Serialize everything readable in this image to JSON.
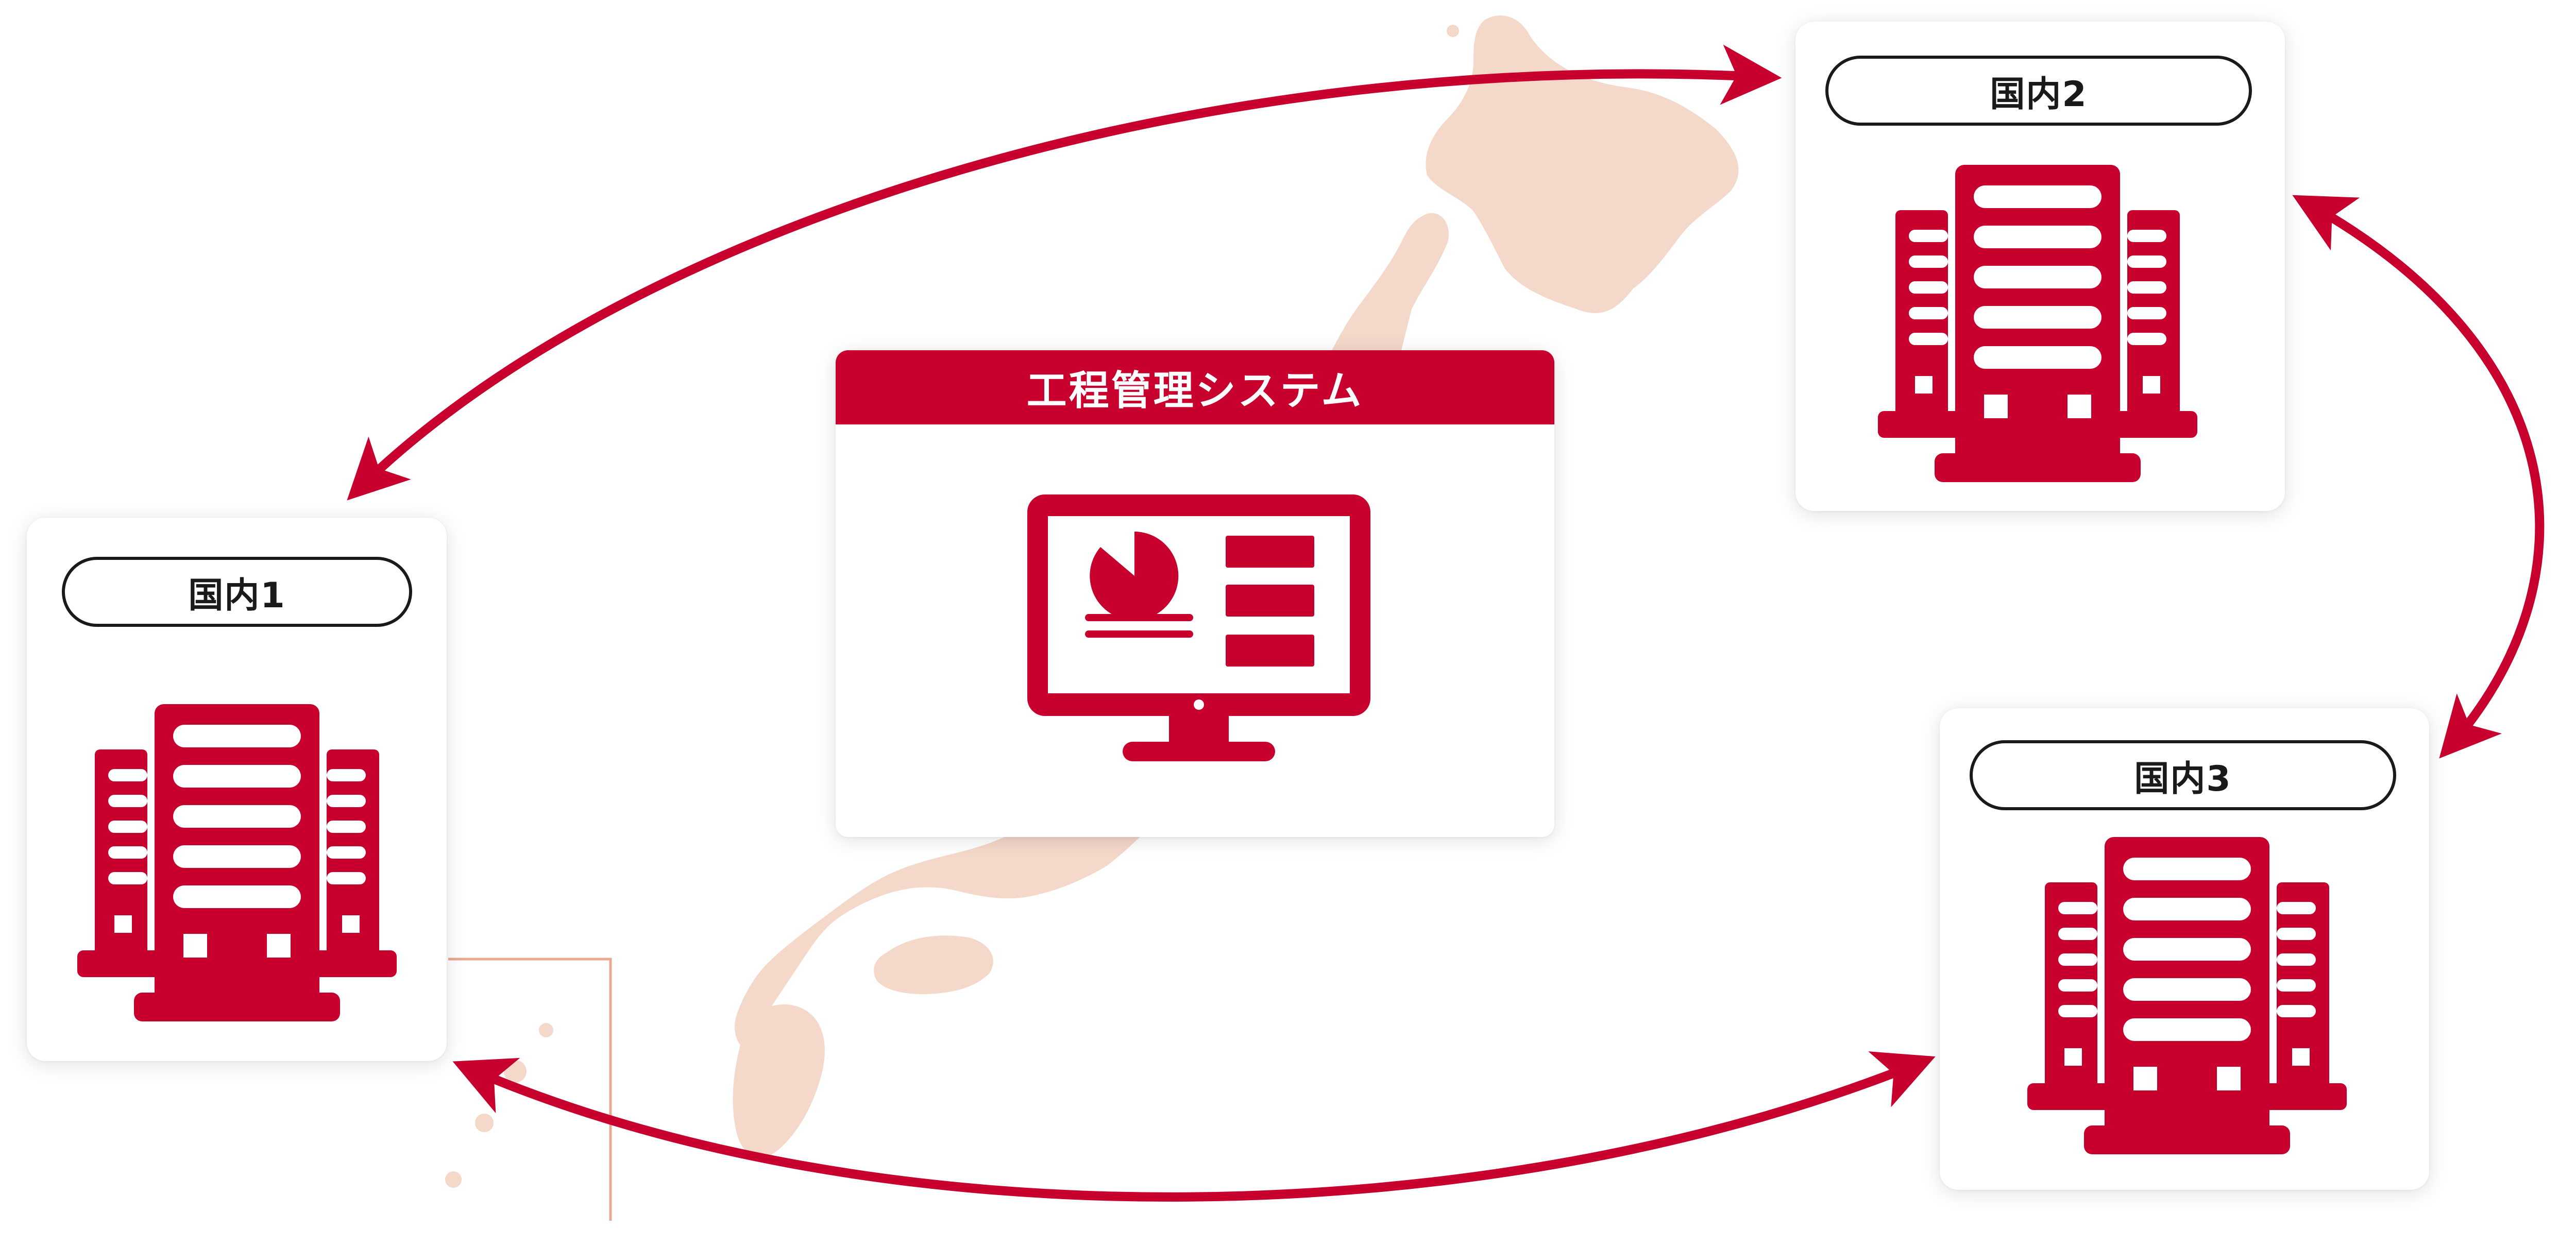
{
  "colors": {
    "accent": "#c8002e",
    "map": "#f4d8ca",
    "map_line": "#e8a98f",
    "text": "#1a1a1a"
  },
  "system": {
    "title": "工程管理システム",
    "icon": "monitor-dashboard-icon"
  },
  "sites": [
    {
      "label": "国内1",
      "icon": "building-icon"
    },
    {
      "label": "国内2",
      "icon": "building-icon"
    },
    {
      "label": "国内3",
      "icon": "building-icon"
    }
  ],
  "background": {
    "icon": "japan-map-icon"
  },
  "connections": [
    {
      "from": "国内1",
      "to": "国内2"
    },
    {
      "from": "国内2",
      "to": "国内3"
    },
    {
      "from": "国内1",
      "to": "国内3"
    }
  ]
}
